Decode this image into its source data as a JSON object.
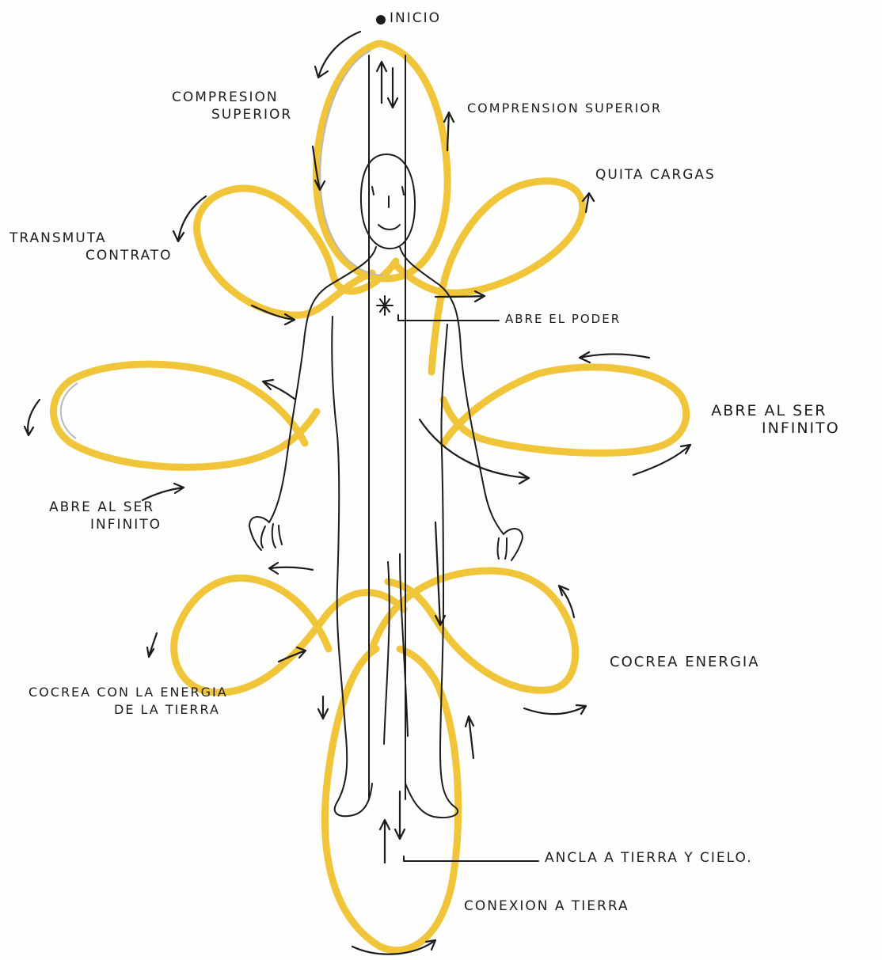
{
  "colors": {
    "loop_stroke": "#f0c53a",
    "loop_edge": "#e3a91c",
    "ink": "#1c1c1c",
    "paper": "#fdfdfb"
  },
  "labels": {
    "inicio": "INICIO",
    "compresion_left": [
      "COMPRESION",
      "SUPERIOR"
    ],
    "compresion_right": "COMPRENSION SUPERIOR",
    "quita_cargas": "QUITA CARGAS",
    "transmuta": [
      "TRANSMUTA",
      "CONTRATO"
    ],
    "abre_poder": "ABRE EL PODER",
    "abre_ser_right": [
      "ABRE AL SER",
      "INFINITO"
    ],
    "abre_ser_left": [
      "ABRE AL SER",
      "INFINITO"
    ],
    "cocrea_energia": "COCREA ENERGIA",
    "cocrea_tierra": [
      "COCREA CON LA ENERGIA",
      "DE LA TIERRA"
    ],
    "ancla": "ANCLA A TIERRA Y CIELO.",
    "conexion": "CONEXION A TIERRA"
  }
}
